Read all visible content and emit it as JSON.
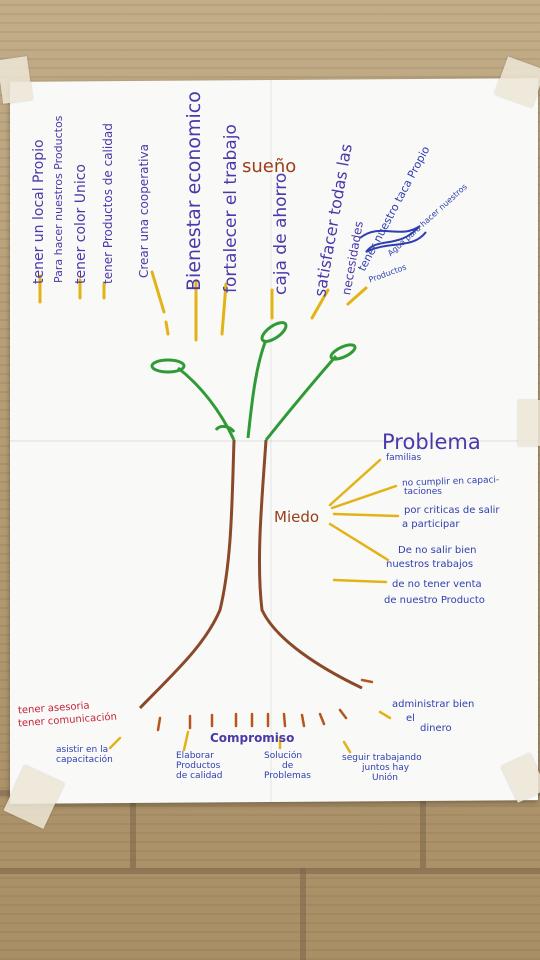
{
  "colors": {
    "tree_trunk": "#8a4a2a",
    "branches": "#2f9a36",
    "lines": "#e3b316",
    "dream_text": "#4a39a8",
    "miedo": "#9a3e19",
    "red_note": "#c5253a"
  },
  "sueno": {
    "title": "sueño",
    "items": [
      "tener un local Propio",
      "Para hacer nuestros Productos",
      "tener color Unico",
      "tener Productos de calidad",
      "Crear una cooperativa",
      "Bienestar economico",
      "fortalecer el trabajo",
      "caja de ahorro",
      "satisfacer todas las",
      "necesidades",
      "tener nuestro taca Propio",
      "Agua para hacer nuestros",
      "Productos"
    ]
  },
  "miedo": {
    "title": "Miedo",
    "problema_title": "Problema",
    "items": [
      "familias",
      "no cumplir en capaci-",
      "taciones",
      "por criticas de salir",
      "a participar",
      "De no salir bien",
      "nuestros trabajos",
      "de no tener venta",
      "de nuestro Producto"
    ]
  },
  "compromiso": {
    "title": "Compromiso",
    "items": [
      "asistir en la",
      "capacitación",
      "Elaborar",
      "Productos",
      "de calidad",
      "Solución",
      "de",
      "Problemas",
      "seguir trabajando",
      "juntos hay",
      "Unión",
      "administrar bien",
      "el",
      "dinero"
    ],
    "red_notes": [
      "tener asesoria",
      "tener comunicación"
    ]
  }
}
